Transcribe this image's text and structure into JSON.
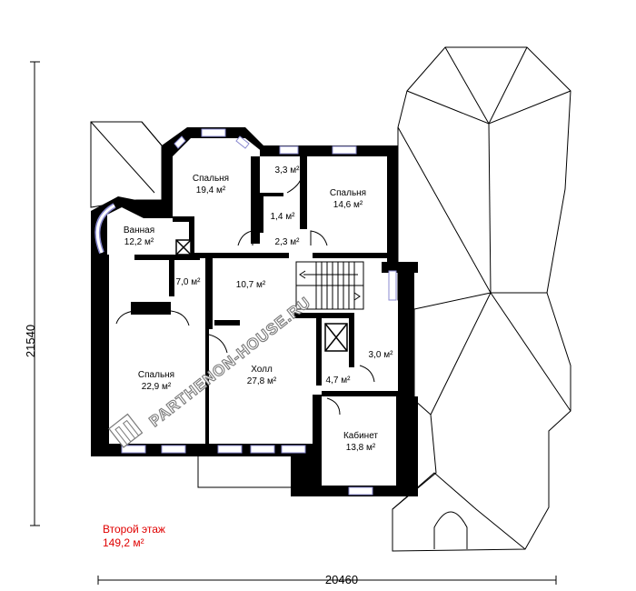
{
  "rooms": [
    {
      "name": "Спальня",
      "area": "19,4 м²"
    },
    {
      "name": "",
      "area": "3,3 м²"
    },
    {
      "name": "Спальня",
      "area": "14,6 м²"
    },
    {
      "name": "",
      "area": "1,4 м²"
    },
    {
      "name": "Ванная",
      "area": "12,2 м²"
    },
    {
      "name": "",
      "area": "2,3 м²"
    },
    {
      "name": "",
      "area": "7,0 м²"
    },
    {
      "name": "",
      "area": "10,7 м²"
    },
    {
      "name": "",
      "area": "3,0 м²"
    },
    {
      "name": "Холл",
      "area": "27,8 м²"
    },
    {
      "name": "Спальня",
      "area": "22,9 м²"
    },
    {
      "name": "",
      "area": "4,7 м²"
    },
    {
      "name": "Кабинет",
      "area": "13,8 м²"
    }
  ],
  "dimensions": {
    "height": "21540",
    "width": "20460"
  },
  "floor": {
    "title": "Второй этаж",
    "area": "149,2 м²"
  },
  "watermark": "PARTHENON-HOUSE.RU",
  "colors": {
    "wall": "#000000",
    "window": "#c8c8f0",
    "floor_label": "#e00000"
  }
}
